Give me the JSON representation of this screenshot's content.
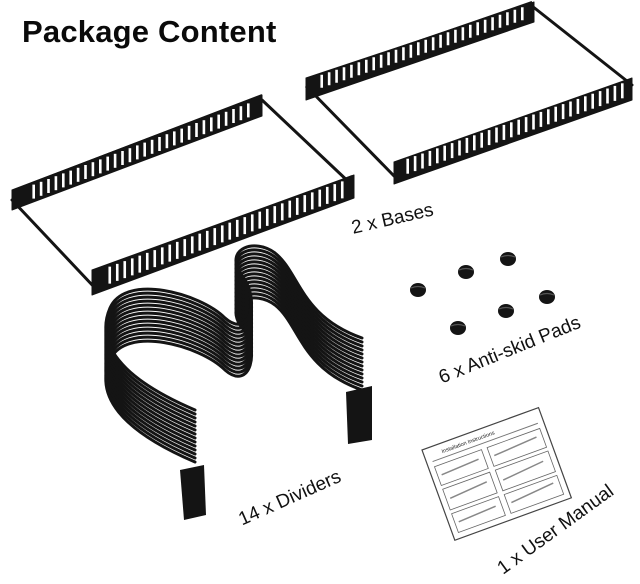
{
  "title": "Package Content",
  "captions": {
    "bases": "2 x Bases",
    "pads": "6 x Anti-skid Pads",
    "dividers": "14 x Dividers",
    "manual": "1 x User Manual"
  },
  "manual_heading": "Installation Instructions",
  "colors": {
    "product": "#141414",
    "background": "#ffffff"
  }
}
